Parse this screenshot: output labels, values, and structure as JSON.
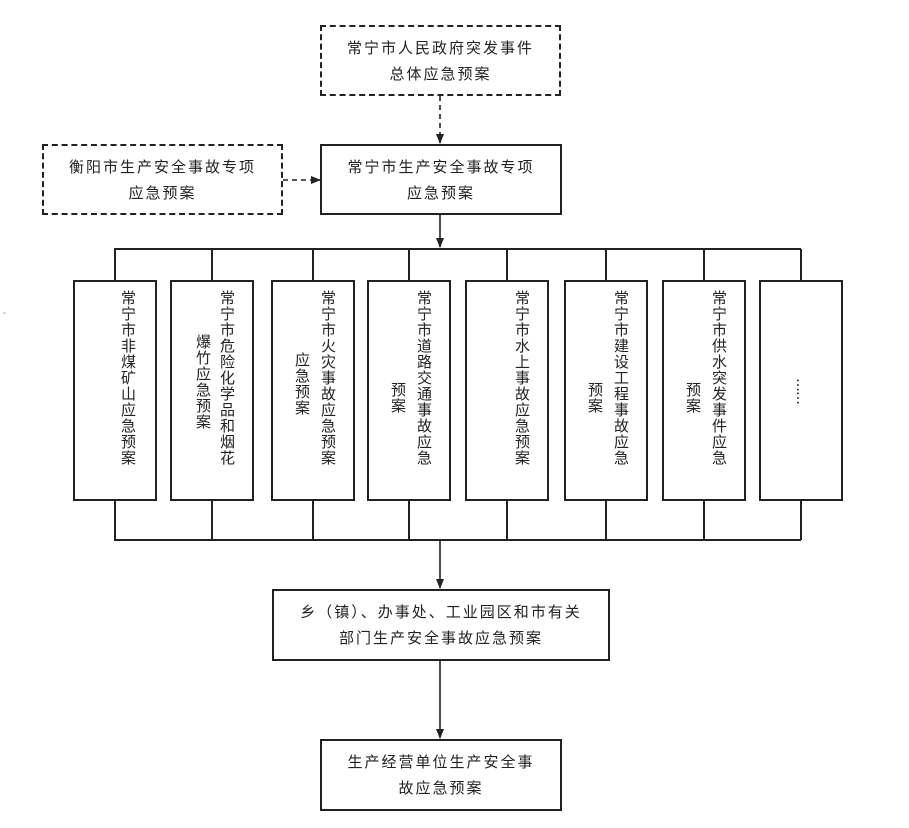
{
  "top": {
    "line1": "常宁市人民政府突发事件",
    "line2": "总体应急预案"
  },
  "hengyang": {
    "line1": "衡阳市生产安全事故专项",
    "line2": "应急预案"
  },
  "special": {
    "line1": "常宁市生产安全事故专项",
    "line2": "应急预案"
  },
  "plans": [
    {
      "col1": "",
      "col2": "常宁市非煤矿山应急预案"
    },
    {
      "col1": "常宁市危险化学品和烟花",
      "col2": "爆竹应急预案"
    },
    {
      "col1": "常宁市火灾事故应急预案",
      "col2": "应急预案"
    },
    {
      "col1": "常宁市道路交通事故应急",
      "col2": "预案"
    },
    {
      "col1": "",
      "col2": "常宁市水上事故应急预案"
    },
    {
      "col1": "常宁市建设工程事故应急",
      "col2": "预案"
    },
    {
      "col1": "常宁市供水突发事件应急",
      "col2": "预案"
    }
  ],
  "more": "……",
  "township": {
    "line1": "乡（镇）、办事处、工业园区和市有关",
    "line2": "部门生产安全事故应急预案"
  },
  "unit": {
    "line1": "生产经营单位生产安全事",
    "line2": "故应急预案"
  },
  "edge_mark": "ˇ"
}
